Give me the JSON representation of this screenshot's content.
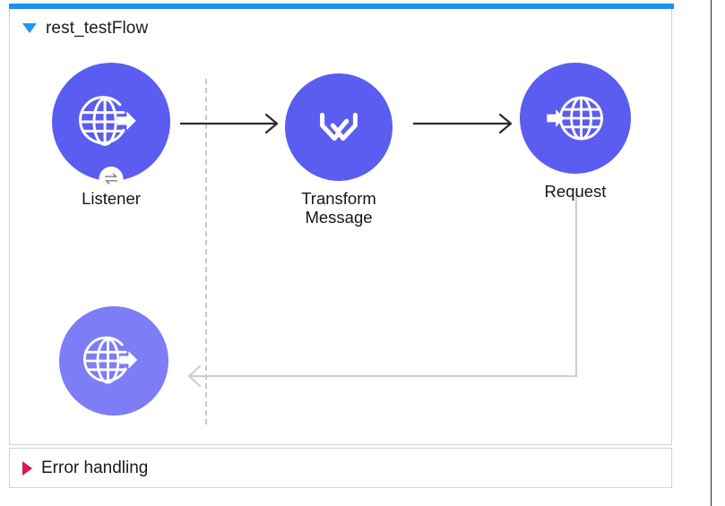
{
  "window": {
    "selection_bar_color": "#1e90ef",
    "panel_border_color": "#d2d2d2"
  },
  "flow": {
    "title": "rest_testFlow",
    "toggle_icon": "triangle-down-icon",
    "expanded": true,
    "source_divider": "dashed-source-boundary",
    "nodes": [
      {
        "id": "listener",
        "label": "Listener",
        "icon": "http-listener-globe-arrow-out-icon",
        "badge_icon": "request-response-exchange-icon",
        "color": "#5b5cf0"
      },
      {
        "id": "transform",
        "label": "Transform\nMessage",
        "icon": "transform-message-chevrons-icon",
        "color": "#5b5cf0"
      },
      {
        "id": "request",
        "label": "Request",
        "icon": "http-request-globe-arrow-in-icon",
        "color": "#5b5cf0"
      },
      {
        "id": "response",
        "label": "",
        "icon": "http-listener-response-globe-arrow-out-icon",
        "color": "#7d7df5"
      }
    ],
    "connectors": [
      {
        "id": "listener-to-transform",
        "style": "solid-dark-arrow-right"
      },
      {
        "id": "transform-to-request",
        "style": "solid-dark-arrow-right"
      },
      {
        "id": "request-to-response",
        "style": "light-gray-return-arrow-left"
      }
    ]
  },
  "error_handling": {
    "label": "Error handling",
    "toggle_icon": "triangle-right-icon",
    "expanded": false,
    "accent_color": "#d81b4a"
  }
}
